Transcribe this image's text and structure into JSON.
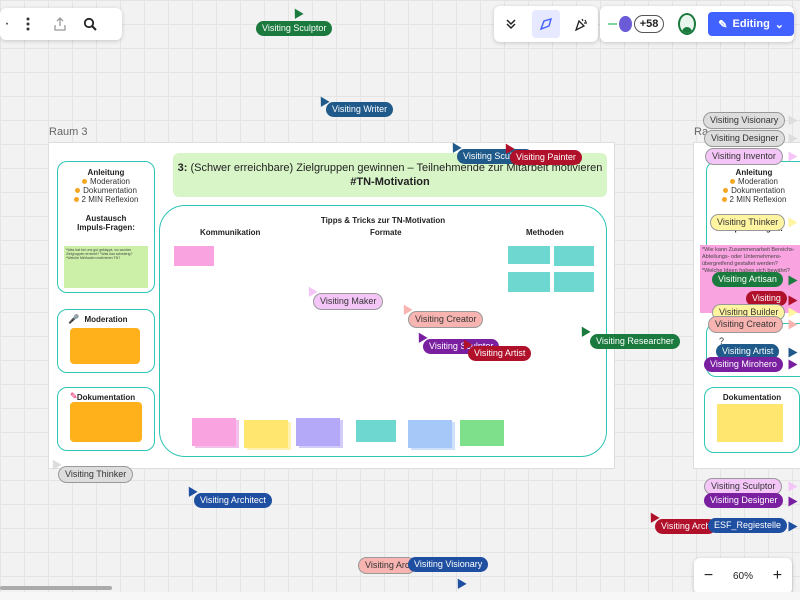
{
  "toolbar_left": {
    "icons": [
      "more-vertical-icon",
      "share-icon",
      "search-icon"
    ]
  },
  "toolbar_right": {
    "collaborator_count": "+58",
    "editing_label": "Editing"
  },
  "canvas": {
    "frame_left_title": "Raum 3",
    "frame_right_title": "Ra",
    "header": {
      "number": "3:",
      "text": " (Schwer erreichbare) Zielgruppen gewinnen – Teilnehmende zur Mitarbeit motivieren",
      "hashtag": "#TN-Motivation"
    },
    "anleitung": {
      "title": "Anleitung",
      "items": [
        "Moderation",
        "Dokumentation",
        "2 MIN Reflexion"
      ],
      "austausch_title": "Austausch",
      "impuls_title": "Impuls-Fragen:",
      "impuls_text": "*Was hat bei uns gut geklappt, wo wurden Zielgruppen erreicht?  *Was war schwierig?  *Welche Methoden motivieren TN?"
    },
    "moderation_title": "Moderation",
    "dokumentation_title": "Dokumentation",
    "tipps": {
      "title": "Tipps & Tricks zur TN-Motivation",
      "col_kommunikation": "Kommunikation",
      "col_formate": "Formate",
      "col_methoden": "Methoden"
    },
    "right_frame": {
      "anleitung_title": "Anleitung",
      "items": [
        "Moderation",
        "Dokumentation",
        "2 MIN Reflexion"
      ],
      "impuls_title": "Impuls-Fragen:",
      "impuls_text": "*Wie kann Zusammenarbeit Bereichs- Abteilungs- oder Unternehmens-übergreifend gestaltet werden?  *Welche Ideen haben sich bewährt?",
      "question_mark": "?",
      "dokumentation_title": "Dokumentation"
    }
  },
  "visitor_tags": [
    {
      "label": "Visiting Sculptor",
      "bg": "#1b7a3e",
      "fg": "#ffffff"
    },
    {
      "label": "Visiting Writer",
      "bg": "#1f5a8a",
      "fg": "#ffffff"
    },
    {
      "label": "Visiting Sculptor",
      "bg": "#1f5a8a",
      "fg": "#ffffff"
    },
    {
      "label": "Visiting Painter",
      "bg": "#b0102a",
      "fg": "#ffffff"
    },
    {
      "label": "Visiting Maker",
      "bg": "#f4c6f8",
      "fg": "#333333"
    },
    {
      "label": "Visiting Creator",
      "bg": "#f8b4b0",
      "fg": "#333333"
    },
    {
      "label": "Visiting Sculptor",
      "bg": "#7a1fa0",
      "fg": "#ffffff"
    },
    {
      "label": "Visiting Artist",
      "bg": "#b0102a",
      "fg": "#ffffff"
    },
    {
      "label": "Visiting Researcher",
      "bg": "#1b7a3e",
      "fg": "#ffffff"
    },
    {
      "label": "Visiting Thinker",
      "bg": "#dddddd",
      "fg": "#333333"
    },
    {
      "label": "Visiting Architect",
      "bg": "#1f4fa0",
      "fg": "#ffffff"
    },
    {
      "label": "Visiting Arc",
      "bg": "#f8b4b0",
      "fg": "#333333"
    },
    {
      "label": "Visiting Visionary",
      "bg": "#1f4fa0",
      "fg": "#ffffff"
    },
    {
      "label": "Visiting Arch",
      "bg": "#b0102a",
      "fg": "#ffffff"
    },
    {
      "label": "Visiting Visionary",
      "bg": "#dddddd",
      "fg": "#333333"
    },
    {
      "label": "Visiting Designer",
      "bg": "#dddddd",
      "fg": "#333333"
    },
    {
      "label": "Visiting Inventor",
      "bg": "#f4c6f8",
      "fg": "#333333"
    },
    {
      "label": "Visiting Thinker",
      "bg": "#fff4a0",
      "fg": "#333333"
    },
    {
      "label": "Visiting Artisan",
      "bg": "#1b7a3e",
      "fg": "#ffffff"
    },
    {
      "label": "Visiting",
      "bg": "#b0102a",
      "fg": "#ffffff"
    },
    {
      "label": "Visiting Builder",
      "bg": "#fff4a0",
      "fg": "#333333"
    },
    {
      "label": "Visiting Creator",
      "bg": "#f8b4b0",
      "fg": "#333333"
    },
    {
      "label": "Visiting Artist",
      "bg": "#1f5a8a",
      "fg": "#ffffff"
    },
    {
      "label": "Visiting Mirohero",
      "bg": "#7a1fa0",
      "fg": "#ffffff"
    },
    {
      "label": "Visiting Sculptor",
      "bg": "#f4c6f8",
      "fg": "#333333"
    },
    {
      "label": "Visiting Designer",
      "bg": "#7a1fa0",
      "fg": "#ffffff"
    },
    {
      "label": "ESF_Regiestelle",
      "bg": "#1f4fa0",
      "fg": "#ffffff"
    }
  ],
  "zoom": {
    "minus": "−",
    "value": "60%",
    "plus": "+"
  }
}
